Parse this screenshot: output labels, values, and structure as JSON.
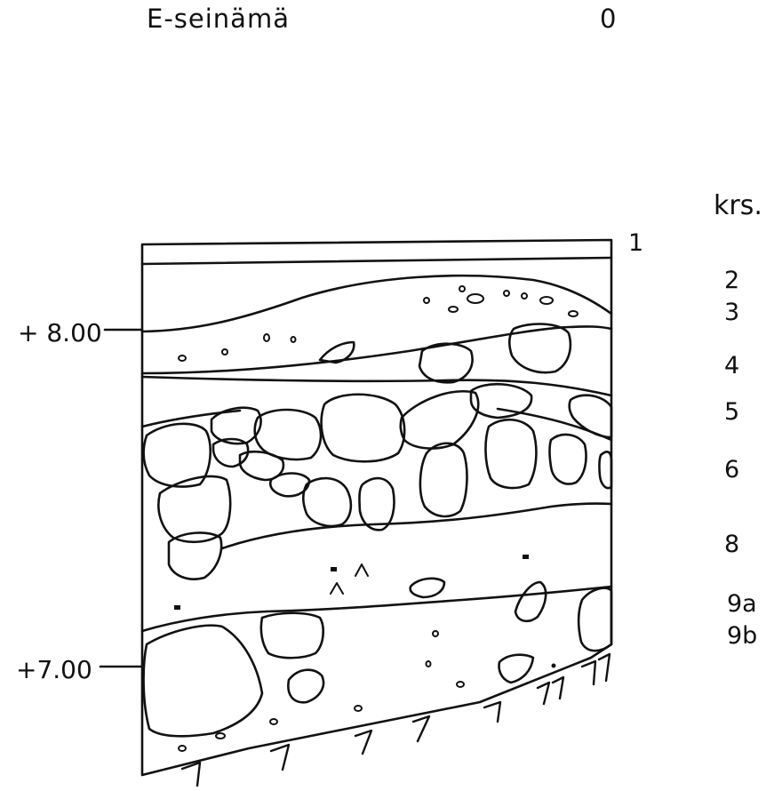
{
  "title": "E-seinämä",
  "section_number": "0",
  "legend_title": "krs.",
  "layers": [
    "1",
    "2",
    "3",
    "4",
    "5",
    "6",
    "8",
    "9a",
    "9b"
  ],
  "elevations": [
    "+ 8.00",
    "+7.00"
  ],
  "colors": {
    "ink": "#111111",
    "paper": "#ffffff"
  }
}
